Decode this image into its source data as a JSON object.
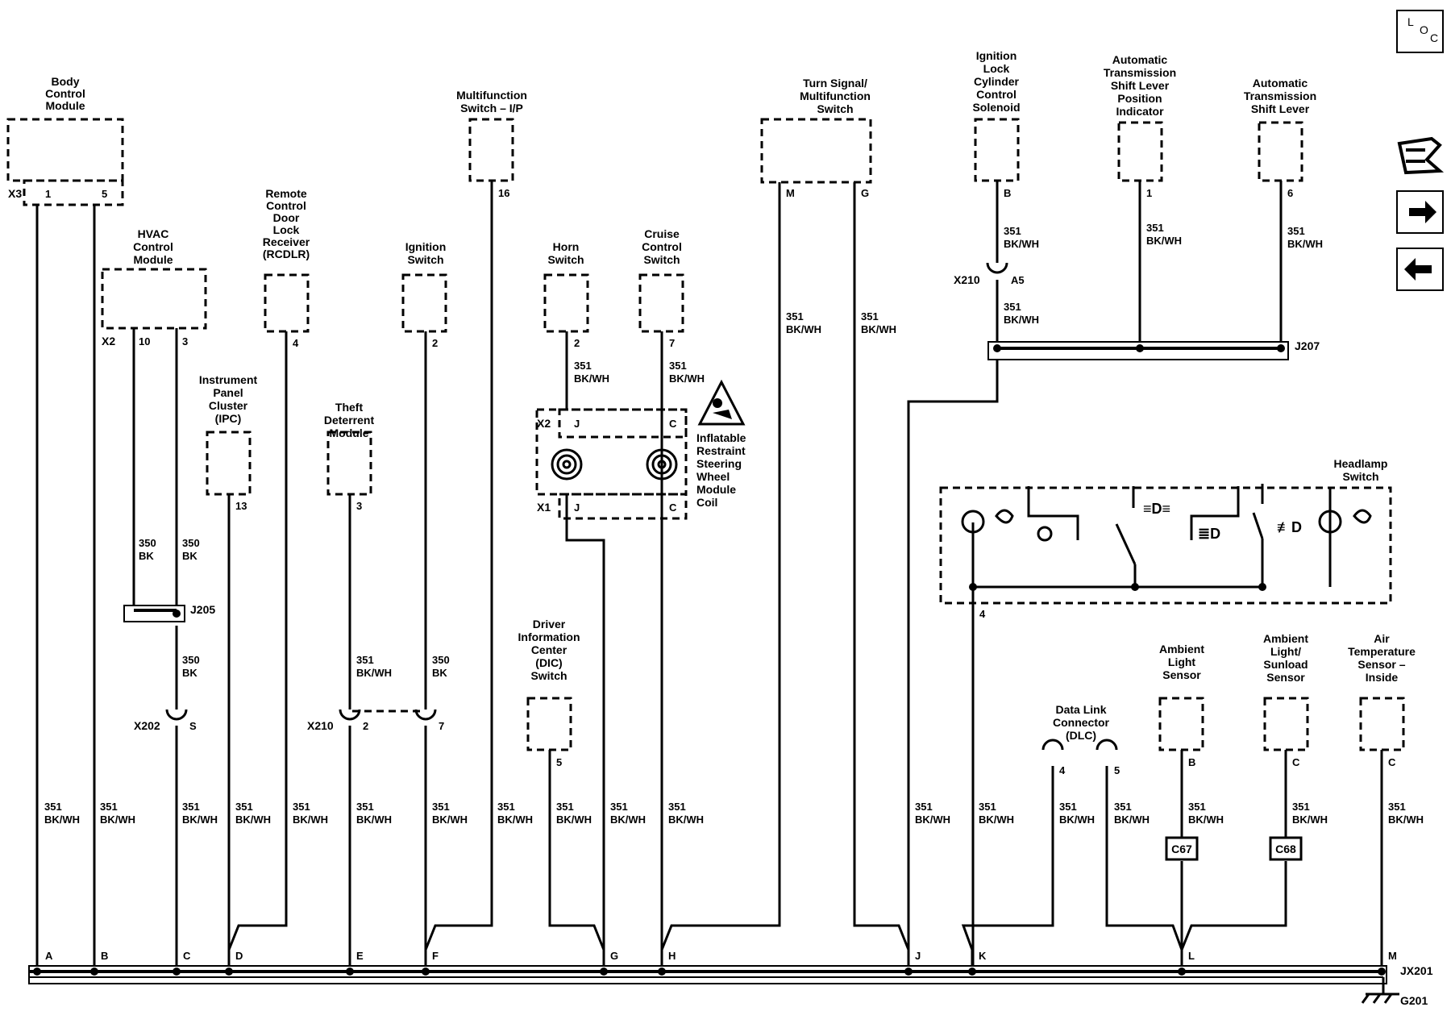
{
  "modules": {
    "bcm": [
      "Body",
      "Control",
      "Module"
    ],
    "hvac": [
      "HVAC",
      "Control",
      "Module"
    ],
    "ipc": [
      "Instrument",
      "Panel",
      "Cluster",
      "(IPC)"
    ],
    "rcdlr": [
      "Remote",
      "Control",
      "Door",
      "Lock",
      "Receiver",
      "(RCDLR)"
    ],
    "theft": [
      "Theft",
      "Deterrent",
      "Module"
    ],
    "ign": [
      "Ignition",
      "Switch"
    ],
    "mfs": [
      "Multifunction",
      "Switch – I/P"
    ],
    "horn": [
      "Horn",
      "Switch"
    ],
    "cruise": [
      "Cruise",
      "Control",
      "Switch"
    ],
    "dic": [
      "Driver",
      "Information",
      "Center",
      "(DIC)",
      "Switch"
    ],
    "turn": [
      "Turn Signal/",
      "Multifunction",
      "Switch"
    ],
    "lock": [
      "Ignition",
      "Lock",
      "Cylinder",
      "Control",
      "Solenoid"
    ],
    "shiftpos": [
      "Automatic",
      "Transmission",
      "Shift Lever",
      "Position",
      "Indicator"
    ],
    "shift": [
      "Automatic",
      "Transmission",
      "Shift Lever"
    ],
    "airbag": [
      "Inflatable",
      "Restraint",
      "Steering",
      "Wheel",
      "Module",
      "Coil"
    ],
    "headlamp": [
      "Headlamp",
      "Switch"
    ],
    "dlc": [
      "Data Link",
      "Connector",
      "(DLC)"
    ],
    "amb": [
      "Ambient",
      "Light",
      "Sensor"
    ],
    "sunload": [
      "Ambient",
      "Light/",
      "Sunload",
      "Sensor"
    ],
    "airtemp": [
      "Air",
      "Temperature",
      "Sensor –",
      "Inside"
    ]
  },
  "connectors": {
    "x3": "X3",
    "x2_hvac": "X2",
    "x2_coil": "X2",
    "x1_coil": "X1",
    "x202": "X202",
    "x210_a": "X210",
    "x210_b": "X210",
    "j205": "J205",
    "j207": "J207",
    "jx201": "JX201",
    "g201": "G201",
    "c67": "C67",
    "c68": "C68"
  },
  "pins": {
    "bcm1": "1",
    "bcm5": "5",
    "hvac10": "10",
    "hvac3": "3",
    "ipc13": "13",
    "rcdlr4": "4",
    "theft3": "3",
    "ign2": "2",
    "mfs16": "16",
    "horn2": "2",
    "cruise7": "7",
    "coil_j_top": "J",
    "coil_c_top": "C",
    "coil_j_bot": "J",
    "coil_c_bot": "C",
    "dic5": "5",
    "turnM": "M",
    "turnG": "G",
    "lockB": "B",
    "shiftpos1": "1",
    "shift6": "6",
    "x210_a5": "A5",
    "x202_s": "S",
    "x210_2": "2",
    "x210_7": "7",
    "hl4": "4",
    "dlc4": "4",
    "dlc5": "5",
    "ambB": "B",
    "sunC": "C",
    "airC": "C",
    "jA": "A",
    "jB": "B",
    "jC": "C",
    "jD": "D",
    "jE": "E",
    "jF": "F",
    "jG": "G",
    "jH": "H",
    "jJ": "J",
    "jK": "K",
    "jL": "L",
    "jM": "M"
  },
  "wires": {
    "c351": "351",
    "bkwh": "BK/WH",
    "c350": "350",
    "bk": "BK"
  },
  "nav": {
    "loc_l": "L",
    "loc_o": "O",
    "loc_c": "C"
  }
}
